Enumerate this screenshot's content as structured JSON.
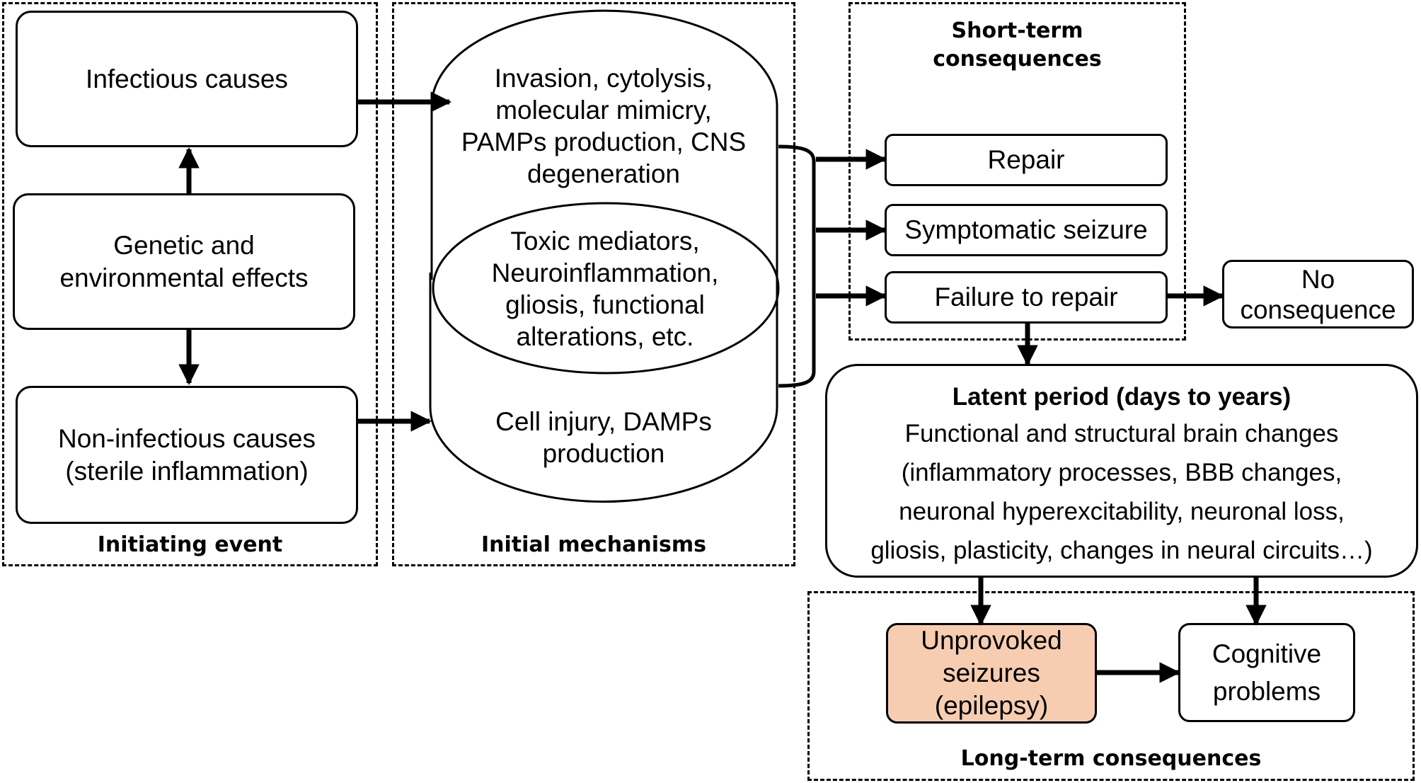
{
  "groups": {
    "initiating": "Initiating event",
    "initial": "Initial mechanisms",
    "short_term": "Short-term\nconsequences",
    "long_term": "Long-term consequences"
  },
  "initiating_event": {
    "infectious": "Infectious causes",
    "genetic": "Genetic and\nenvironmental effects",
    "non_infectious": "Non-infectious causes\n(sterile inflammation)"
  },
  "mechanisms": {
    "infectious_mech": "Invasion, cytolysis,\nmolecular mimicry,\nPAMPs production, CNS\ndegeneration",
    "shared_mech": "Toxic mediators,\nNeuroinflammation,\ngliosis, functional\nalterations, etc.",
    "non_infectious_mech": "Cell injury, DAMPs\nproduction"
  },
  "short_term_items": {
    "repair": "Repair",
    "symptomatic": "Symptomatic seizure",
    "failure": "Failure to repair",
    "no_consequence": "No\nconsequence"
  },
  "latent": {
    "title": "Latent period (days to years)",
    "body": "Functional and structural brain changes\n(inflammatory processes, BBB changes,\nneuronal hyperexcitability, neuronal loss,\ngliosis, plasticity, changes in neural circuits…)"
  },
  "long_term_items": {
    "unprovoked": "Unprovoked\nseizures\n(epilepsy)",
    "cognitive": "Cognitive\nproblems"
  },
  "colors": {
    "highlight": "#f7cdb1"
  }
}
